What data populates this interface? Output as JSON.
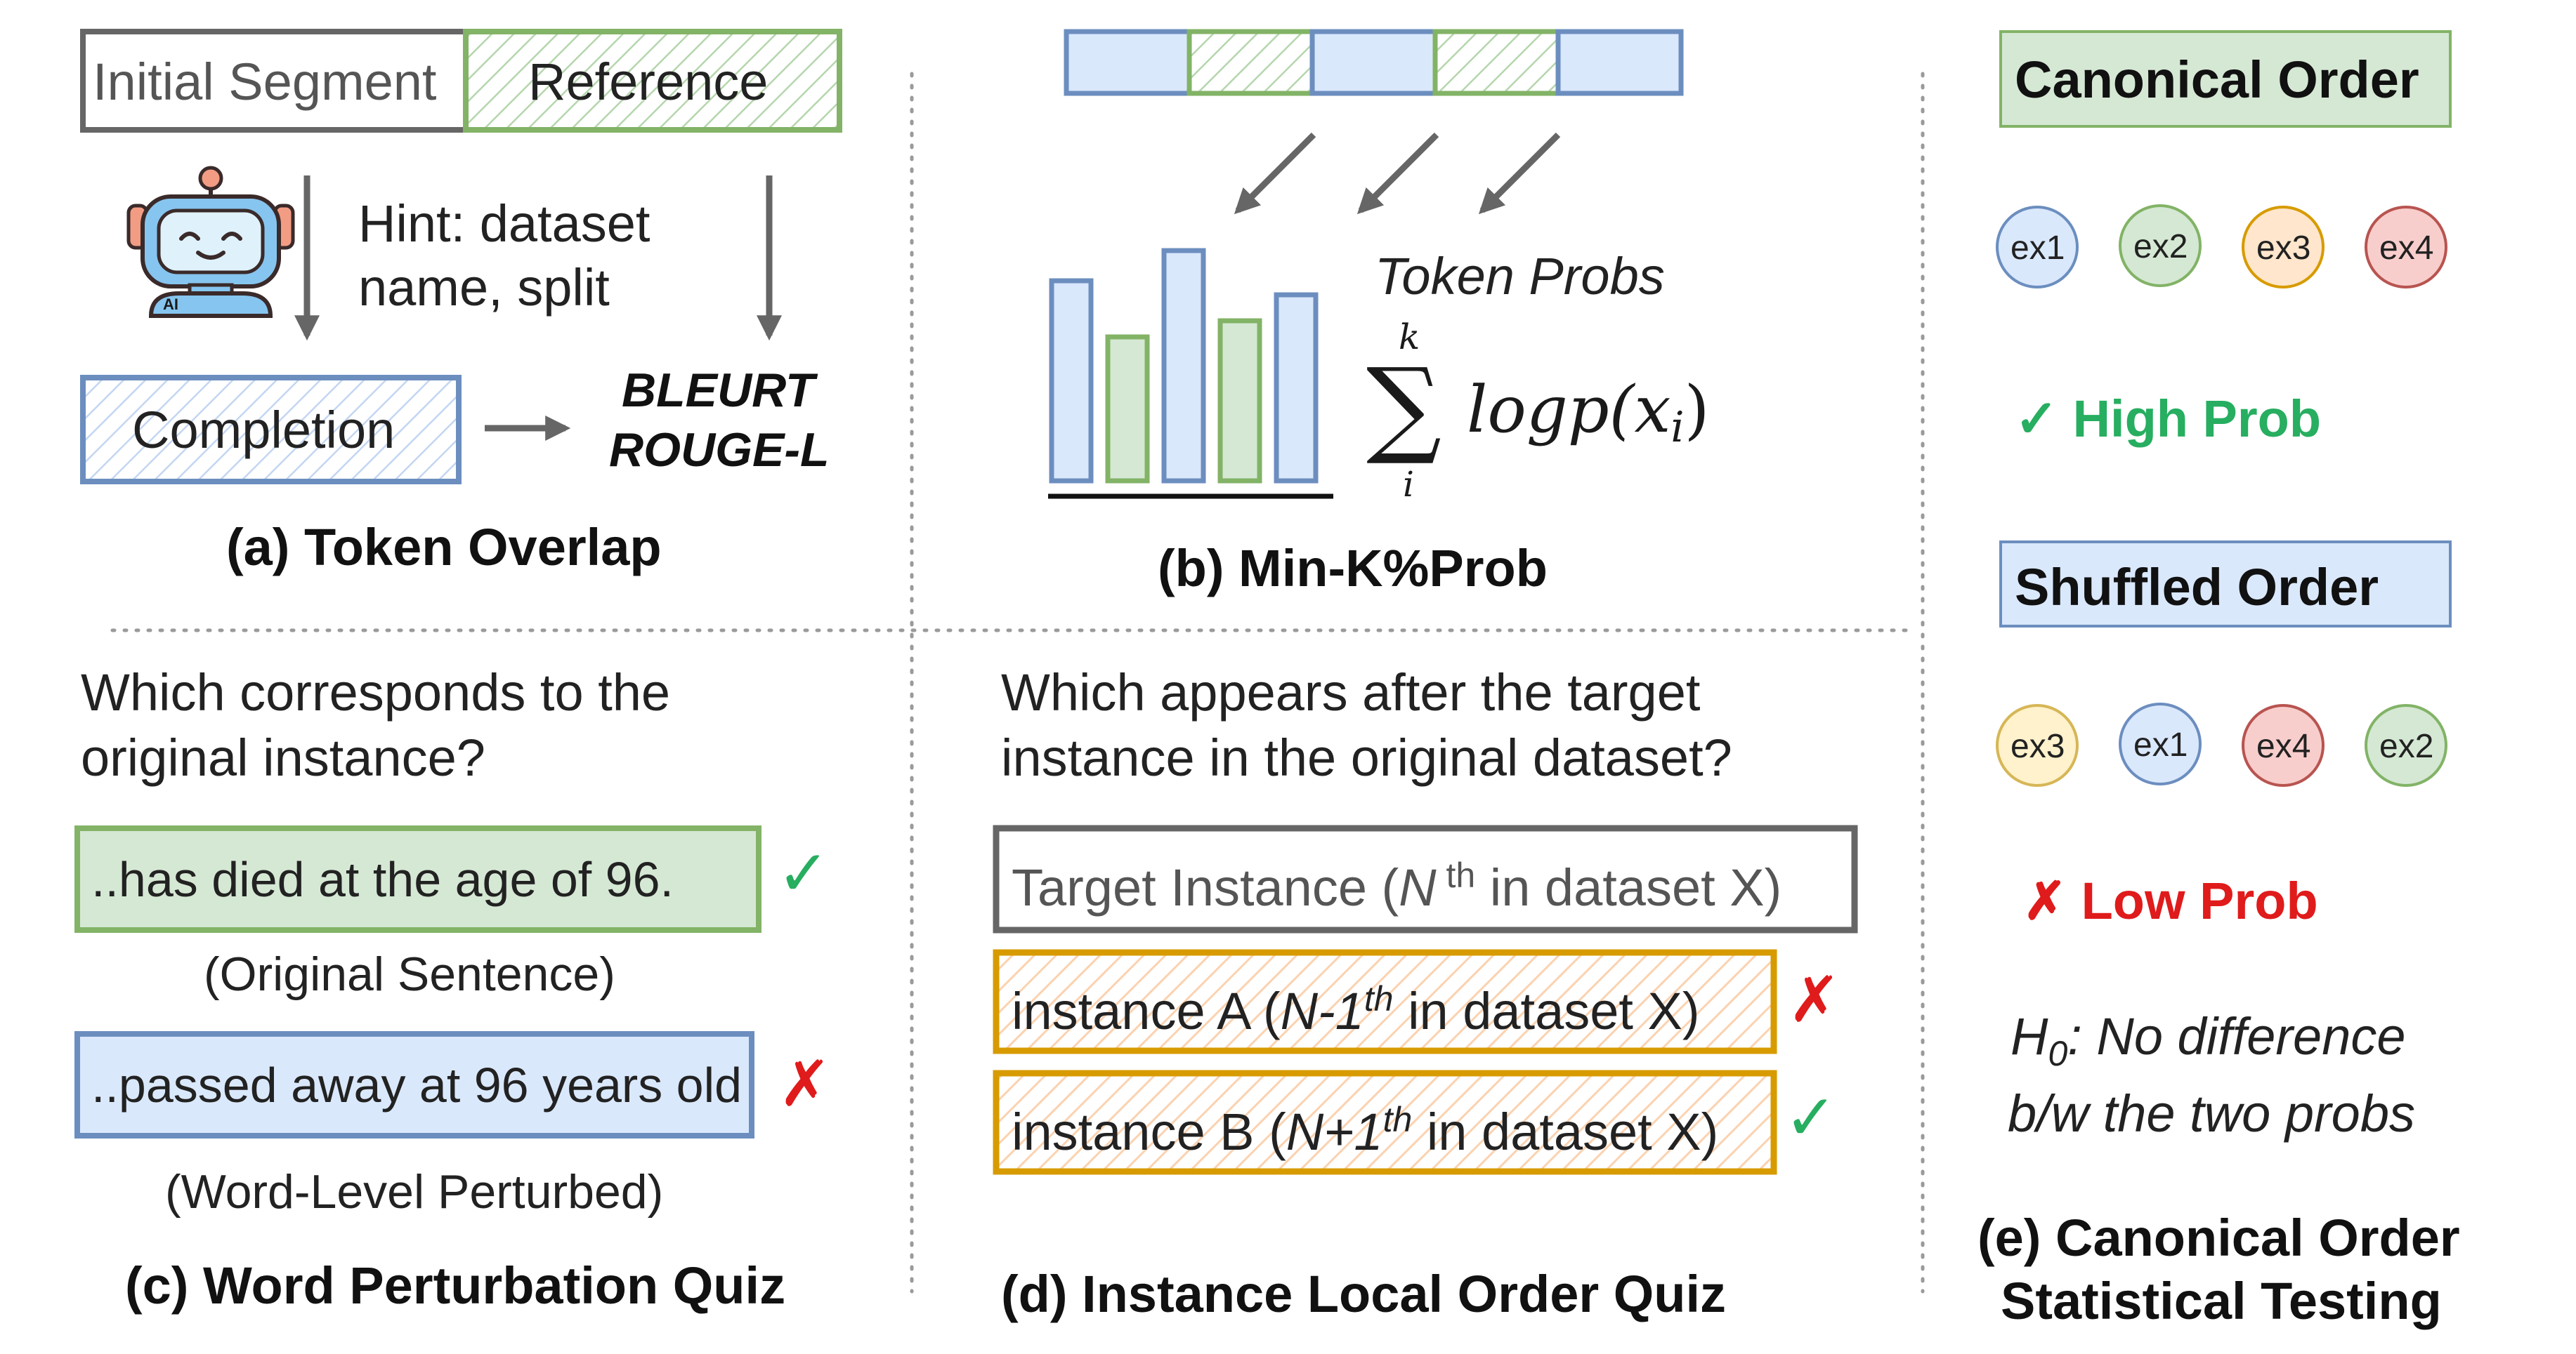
{
  "panel_a": {
    "initial_segment": "Initial Segment",
    "reference": "Reference",
    "hint_line1": "Hint: dataset",
    "hint_line2": "name, split",
    "completion": "Completion",
    "metric1": "BLEURT",
    "metric2": "ROUGE-L",
    "caption": "(a) Token Overlap",
    "robot_badge": "AI"
  },
  "panel_b": {
    "token_probs": "Token Probs",
    "sum_upper": "k",
    "sum_lower": "i",
    "sum_symbol": "∑",
    "formula": "logp(x",
    "formula_sub": "i",
    "formula_close": ")",
    "caption": "(b) Min-K%Prob"
  },
  "panel_c": {
    "question_line1": "Which corresponds to the",
    "question_line2": "original instance?",
    "option1": "..has died at the age of 96.",
    "option1_label": "(Original Sentence)",
    "option2": "..passed away at 96 years old",
    "option2_label": "(Word-Level Perturbed)",
    "check": "✓",
    "cross": "✗",
    "caption": "(c) Word Perturbation Quiz"
  },
  "panel_d": {
    "question_line1": "Which appears after the target",
    "question_line2": "instance in the original dataset?",
    "target_pre": "Target Instance (",
    "target_n": "N",
    "target_sup": " th",
    "target_post": " in dataset X)",
    "a_pre": "instance A (",
    "a_it": "N-1",
    "a_sup": "th",
    "a_post": " in dataset X)",
    "b_pre": "instance B (",
    "b_it": "N+1",
    "b_sup": "th",
    "b_post": " in dataset X)",
    "cross": "✗",
    "check": "✓",
    "caption": "(d) Instance Local Order Quiz"
  },
  "panel_e": {
    "canonical": "Canonical Order",
    "canonical_items": [
      "ex1",
      "ex2",
      "ex3",
      "ex4"
    ],
    "high_prob": "✓ High Prob",
    "shuffled": "Shuffled Order",
    "shuffled_items": [
      "ex3",
      "ex1",
      "ex4",
      "ex2"
    ],
    "low_prob": "✗ Low Prob",
    "h0_h": "H",
    "h0_sub": "0",
    "h0_rest": ": No difference",
    "h0_line2": "b/w the two probs",
    "caption_line1": "(e) Canonical Order",
    "caption_line2": "Statistical Testing"
  },
  "colors": {
    "blue_fill": "#dae8fc",
    "blue_stroke": "#6c8ebf",
    "green_fill": "#d5e8d4",
    "green_stroke": "#82b366",
    "orange_fill": "#ffe6cc",
    "orange_stroke": "#d79b00",
    "yellow_fill": "#fff2cc",
    "yellow_stroke": "#d6b656",
    "red_fill": "#f8cecc",
    "red_stroke": "#b85450",
    "grey_stroke": "#666666",
    "check_green": "#27ae60",
    "cross_red": "#e01b1b"
  }
}
